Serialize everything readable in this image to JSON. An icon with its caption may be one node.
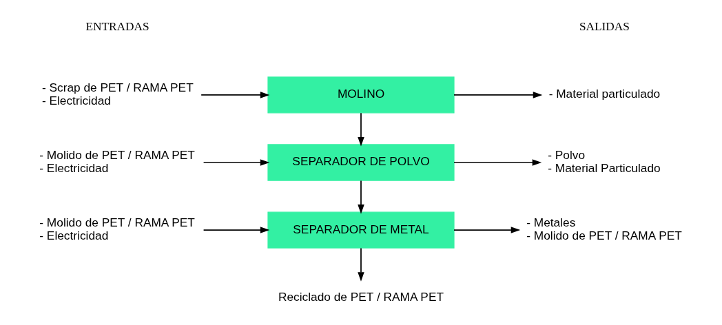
{
  "diagram": {
    "nodes": [
      {
        "text": [
          "- Scrap de PET / RAMA PET",
          "- Electricidad"
        ]
      },
      {
        "text": [
          "MOLINO"
        ]
      },
      {
        "text": [
          "- Material particulado"
        ]
      },
      {
        "text": [
          "- Molido de PET / RAMA PET",
          "- Electricidad"
        ]
      },
      {
        "text": [
          "SEPARADOR DE POLVO"
        ]
      },
      {
        "text": [
          "- Polvo",
          "- Material Particulado"
        ]
      },
      {
        "text": [
          "- Molido de PET / RAMA PET",
          "- Electricidad"
        ]
      },
      {
        "text": [
          "SEPARADOR DE METAL"
        ]
      },
      {
        "text": [
          "- Metales",
          "- Molido de PET / RAMA PET"
        ]
      },
      {
        "text": [
          "Reciclado de PET / RAMA PET"
        ]
      }
    ],
    "edges": [
      {
        "from": 0,
        "to": 1,
        "arrow": "to"
      },
      {
        "from": 1,
        "to": 2,
        "arrow": "to"
      },
      {
        "from": 1,
        "to": 4,
        "arrow": "to"
      },
      {
        "from": 3,
        "to": 4,
        "arrow": "to"
      },
      {
        "from": 4,
        "to": 5,
        "arrow": "to"
      },
      {
        "from": 4,
        "to": 7,
        "arrow": "to"
      },
      {
        "from": 6,
        "to": 7,
        "arrow": "to"
      },
      {
        "from": 7,
        "to": 8,
        "arrow": "to"
      },
      {
        "from": 7,
        "to": 9,
        "arrow": "to"
      }
    ],
    "labels": [
      "ENTRADAS",
      "SALIDAS"
    ]
  }
}
